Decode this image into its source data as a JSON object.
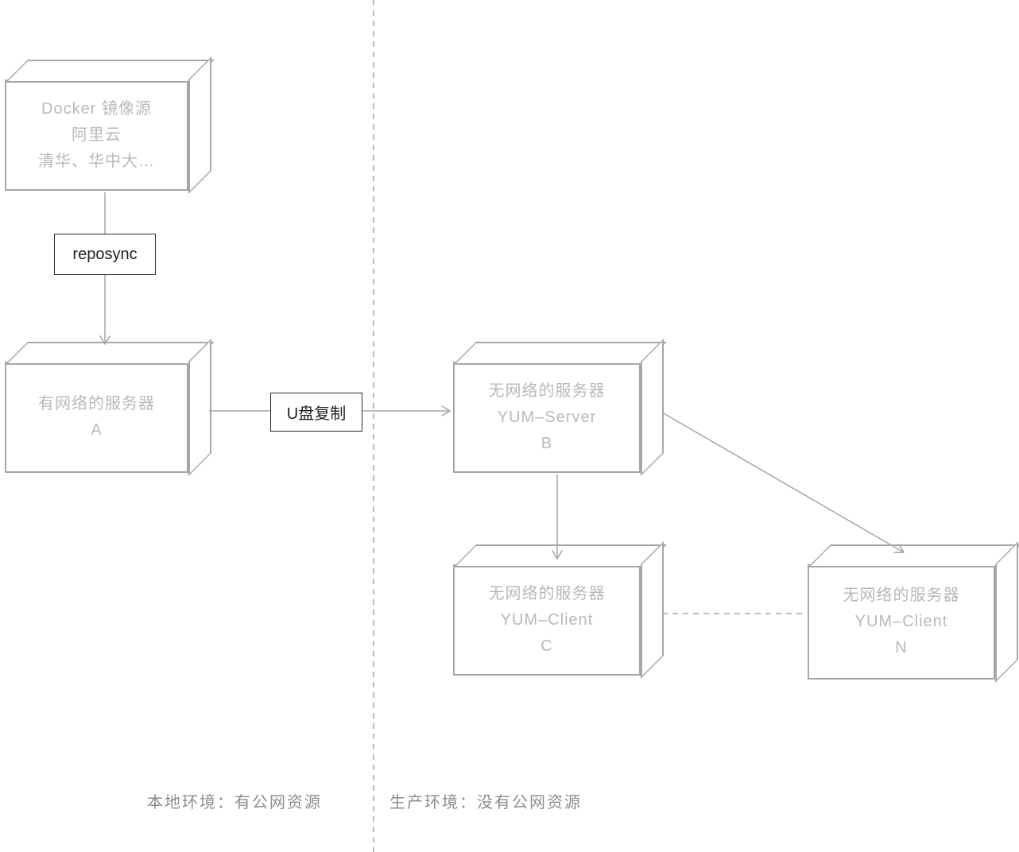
{
  "nodes": {
    "docker_source": {
      "lines": [
        "Docker 镜像源",
        "阿里云",
        "清华、华中大…"
      ]
    },
    "server_a": {
      "lines": [
        "有网络的服务器",
        "A"
      ]
    },
    "yum_server_b": {
      "lines": [
        "无网络的服务器",
        "YUM–Server",
        "B"
      ]
    },
    "yum_client_c": {
      "lines": [
        "无网络的服务器",
        "YUM–Client",
        "C"
      ]
    },
    "yum_client_n": {
      "lines": [
        "无网络的服务器",
        "YUM–Client",
        "N"
      ]
    }
  },
  "edges": {
    "reposync_label": "reposync",
    "usb_copy_label": "U盘复制"
  },
  "footers": {
    "left": "本地环境：有公网资源",
    "right": "生产环境：没有公网资源"
  },
  "colors": {
    "background": "#ffffff",
    "box_border": "#a6a6a6",
    "box_text": "#b9b9b9",
    "connector_line": "#a6a6a6",
    "edge_label_border": "#2b2b2b",
    "edge_label_text": "#1f1f1f",
    "footer_text": "#8c8c8c"
  }
}
